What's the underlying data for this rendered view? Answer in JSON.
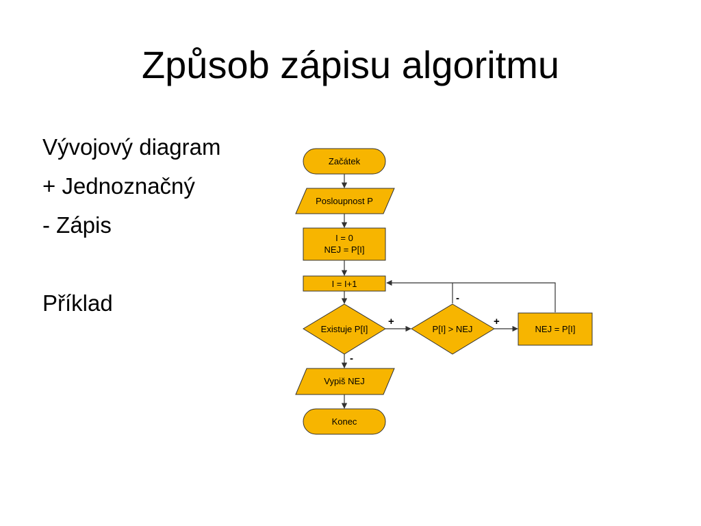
{
  "slide": {
    "title": "Způsob zápisu algoritmu",
    "bullets": [
      "Vývojový diagram",
      "+ Jednoznačný",
      "- Zápis",
      "",
      "Příklad"
    ]
  },
  "diagram": {
    "fill_color": "#f7b500",
    "stroke_color": "#333333",
    "nodes": {
      "start": "Začátek",
      "input": "Posloupnost P",
      "init_line1": "I = 0",
      "init_line2": "NEJ = P[I]",
      "increment": "I = I+1",
      "exists": "Existuje P[I]",
      "compare": "P[I] > NEJ",
      "assign": "NEJ = P[I]",
      "output": "Vypiš NEJ",
      "end": "Konec"
    },
    "edge_labels": {
      "exists_yes": "+",
      "exists_no": "-",
      "compare_yes": "+",
      "compare_no": "-"
    }
  }
}
